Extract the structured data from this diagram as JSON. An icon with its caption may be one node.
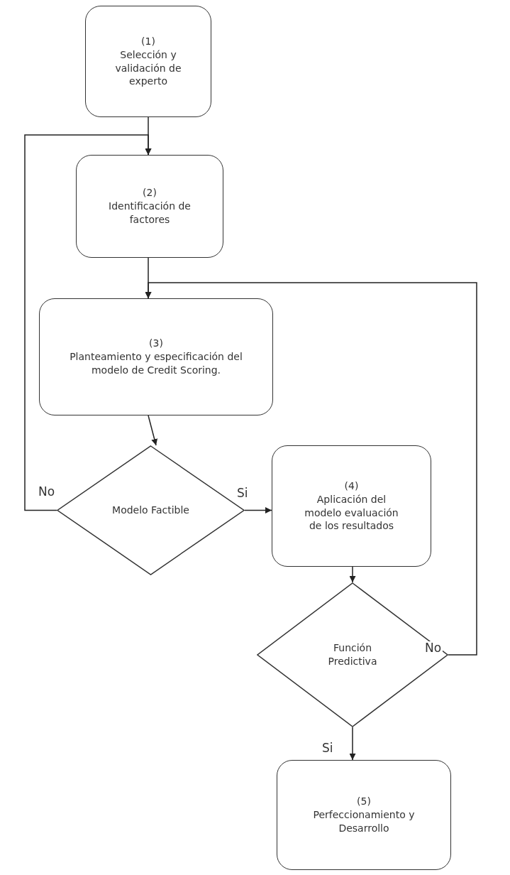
{
  "diagram": {
    "nodes": [
      {
        "text": [
          "(1)",
          "Selección y validación de experto"
        ]
      },
      {
        "text": [
          "(2)",
          "Identificación de factores"
        ]
      },
      {
        "text": [
          "(3)",
          "Planteamiento y especificación del modelo de Credit Scoring."
        ]
      },
      {
        "text": [
          "Modelo Factible"
        ]
      },
      {
        "text": [
          "(4)",
          "Aplicación del modelo evaluación de los resultados"
        ]
      },
      {
        "text": [
          "Función Predictiva"
        ]
      },
      {
        "text": [
          "(5)",
          "Perfeccionamiento y Desarrollo"
        ]
      }
    ],
    "edges": [
      {
        "from": 0,
        "to": 1,
        "arrow": "to"
      },
      {
        "from": 1,
        "to": 2,
        "arrow": "to"
      },
      {
        "from": 2,
        "to": 3,
        "arrow": "to"
      },
      {
        "from": 3,
        "to": 1,
        "arrow": "to",
        "label": "No"
      },
      {
        "from": 3,
        "to": 4,
        "arrow": "to",
        "label": "Si"
      },
      {
        "from": 4,
        "to": 5,
        "arrow": "to"
      },
      {
        "from": 5,
        "to": 2,
        "arrow": "to",
        "label": "No"
      },
      {
        "from": 5,
        "to": 6,
        "arrow": "to",
        "label": "Si"
      }
    ]
  }
}
